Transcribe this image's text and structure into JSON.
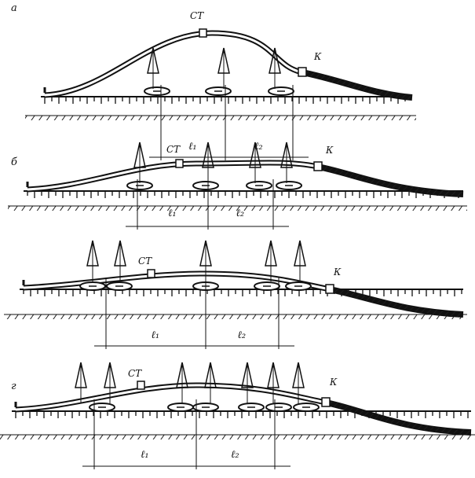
{
  "panels": [
    {
      "letter": "а",
      "station": "СТ",
      "crane_k": "К",
      "l1": "ℓ₁",
      "l2": "ℓ₂"
    },
    {
      "letter": "б",
      "station": "СТ",
      "crane_k": "К",
      "l1": "ℓ₁",
      "l2": "ℓ₂"
    },
    {
      "letter": "",
      "station": "СТ",
      "crane_k": "К",
      "l1": "ℓ₁",
      "l2": "ℓ₂"
    },
    {
      "letter": "г",
      "station": "СТ",
      "crane_k": "К",
      "l1": "ℓ₁",
      "l2": "ℓ₂"
    }
  ]
}
